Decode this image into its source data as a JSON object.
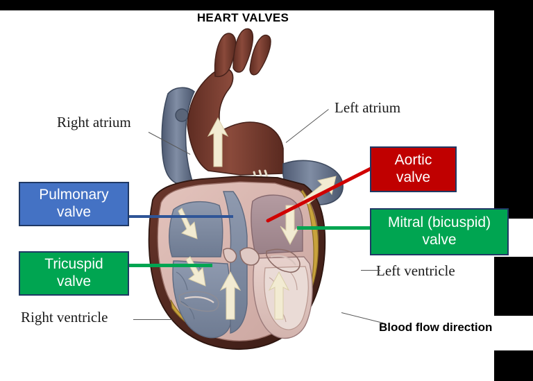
{
  "title": "HEART VALVES",
  "diagram": {
    "subject": "heart-valves-anatomy",
    "anatomical_labels": [
      {
        "id": "right-atrium",
        "text": "Right atrium"
      },
      {
        "id": "left-atrium",
        "text": "Left atrium"
      },
      {
        "id": "left-ventricle",
        "text": "Left ventricle"
      },
      {
        "id": "right-ventricle",
        "text": "Right ventricle"
      }
    ],
    "flow_note": "Blood flow direction"
  },
  "callouts": [
    {
      "id": "pulmonary-valve",
      "line1": "Pulmonary",
      "line2": "valve",
      "color": "#4472C4",
      "border": "#1F3864",
      "text_color": "#FFFFFF",
      "connector_color": "#2F5597"
    },
    {
      "id": "tricuspid-valve",
      "line1": "Tricuspid",
      "line2": "valve",
      "color": "#00A551",
      "border": "#1F3864",
      "text_color": "#FFFFFF",
      "connector_color": "#00A551"
    },
    {
      "id": "aortic-valve",
      "line1": "Aortic",
      "line2": "valve",
      "color": "#C00000",
      "border": "#1F3864",
      "text_color": "#FFFFFF",
      "connector_color": "#D00000"
    },
    {
      "id": "mitral-valve",
      "line1": "Mitral (bicuspid)",
      "line2": "valve",
      "color": "#00A551",
      "border": "#1F3864",
      "text_color": "#FFFFFF",
      "connector_color": "#00A551"
    }
  ],
  "palette": {
    "background": "#FFFFFF",
    "mask": "#000000",
    "aorta": "#7B3F33",
    "vein_blue": "#6B7A92",
    "right_chamber": "#7E8AA0",
    "left_chamber": "#A88F96",
    "myocardium": "#D8B6B0",
    "epicardium": "#5B3028",
    "arrow": "#F2EBD2",
    "fat": "#C8A23C"
  }
}
